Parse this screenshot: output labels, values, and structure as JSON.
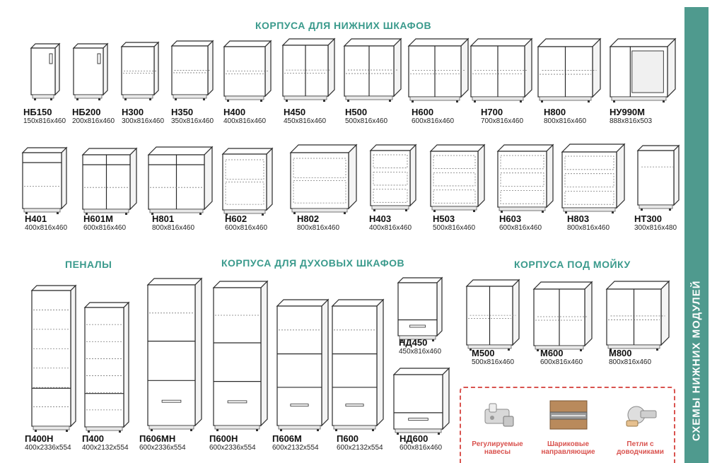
{
  "sidebar": {
    "title": "СХЕМЫ НИЖНИХ МОДУЛЕЙ"
  },
  "sections": {
    "lower": "КОРПУСА ДЛЯ НИЖНИХ ШКАФОВ",
    "penals": "ПЕНАЛЫ",
    "oven": "КОРПУСА ДЛЯ  ДУХОВЫХ ШКАФОВ",
    "sink": "КОРПУСА ПОД МОЙКУ"
  },
  "row1": [
    {
      "code": "НБ150",
      "size": "150х816х460",
      "type": "narrow"
    },
    {
      "code": "НБ200",
      "size": "200х816х460",
      "type": "narrow"
    },
    {
      "code": "Н300",
      "size": "300х816х460",
      "type": "shelf"
    },
    {
      "code": "Н350",
      "size": "350х816х460",
      "type": "shelf"
    },
    {
      "code": "Н400",
      "size": "400х816х460",
      "type": "shelf"
    },
    {
      "code": "Н450",
      "size": "450х816х460",
      "type": "shelf"
    },
    {
      "code": "Н500",
      "size": "500х816х460",
      "type": "shelf"
    },
    {
      "code": "Н600",
      "size": "600х816х460",
      "type": "shelf"
    },
    {
      "code": "Н700",
      "size": "700х816х460",
      "type": "shelf"
    },
    {
      "code": "Н800",
      "size": "800х816х460",
      "type": "shelf"
    },
    {
      "code": "НУ990М",
      "size": "888х816х503",
      "type": "corner"
    }
  ],
  "row2": [
    {
      "code": "Н401",
      "size": "400х816х460",
      "type": "drawer1"
    },
    {
      "code": "Н601М",
      "size": "600х816х460",
      "type": "drawer1"
    },
    {
      "code": "Н801",
      "size": "800х816х460",
      "type": "drawer1"
    },
    {
      "code": "Н602",
      "size": "600х816х460",
      "type": "drawer2"
    },
    {
      "code": "Н802",
      "size": "800х816х460",
      "type": "drawer2"
    },
    {
      "code": "Н403",
      "size": "400х816х460",
      "type": "drawer3"
    },
    {
      "code": "Н503",
      "size": "500х816х460",
      "type": "drawer3"
    },
    {
      "code": "Н603",
      "size": "600х816х460",
      "type": "drawer3"
    },
    {
      "code": "Н803",
      "size": "800х816х460",
      "type": "drawer3"
    },
    {
      "code": "НТ300",
      "size": "300х816х480",
      "type": "end"
    }
  ],
  "penals": [
    {
      "code": "П400Н",
      "size": "400х2336х554",
      "type": "tall"
    },
    {
      "code": "П400",
      "size": "400х2132х554",
      "type": "tall"
    }
  ],
  "oven": [
    {
      "code": "П606МН",
      "size": "600х2336х554",
      "type": "oven"
    },
    {
      "code": "П600Н",
      "size": "600х2336х554",
      "type": "oven"
    },
    {
      "code": "П606М",
      "size": "600х2132х554",
      "type": "oven"
    },
    {
      "code": "П600",
      "size": "600х2132х554",
      "type": "oven"
    }
  ],
  "oven_low": [
    {
      "code": "НД450",
      "size": "450х816х460",
      "type": "ovenbase"
    },
    {
      "code": "НД600",
      "size": "600х816х460",
      "type": "ovenbase"
    }
  ],
  "sink": [
    {
      "code": "М500",
      "size": "500х816х460",
      "type": "sink"
    },
    {
      "code": "М600",
      "size": "600х816х460",
      "type": "sink"
    },
    {
      "code": "М800",
      "size": "800х816х460",
      "type": "sink"
    }
  ],
  "features": [
    {
      "label": "Регулируемые навесы",
      "icon": "hinge-icon"
    },
    {
      "label": "Шариковые направляющие",
      "icon": "drawer-slide-icon"
    },
    {
      "label": "Петли с доводчиками",
      "icon": "soft-close-hinge-icon"
    }
  ],
  "colors": {
    "accent": "#3a9a8c",
    "sidebar": "#4f9a8e",
    "feature": "#d9534f"
  }
}
